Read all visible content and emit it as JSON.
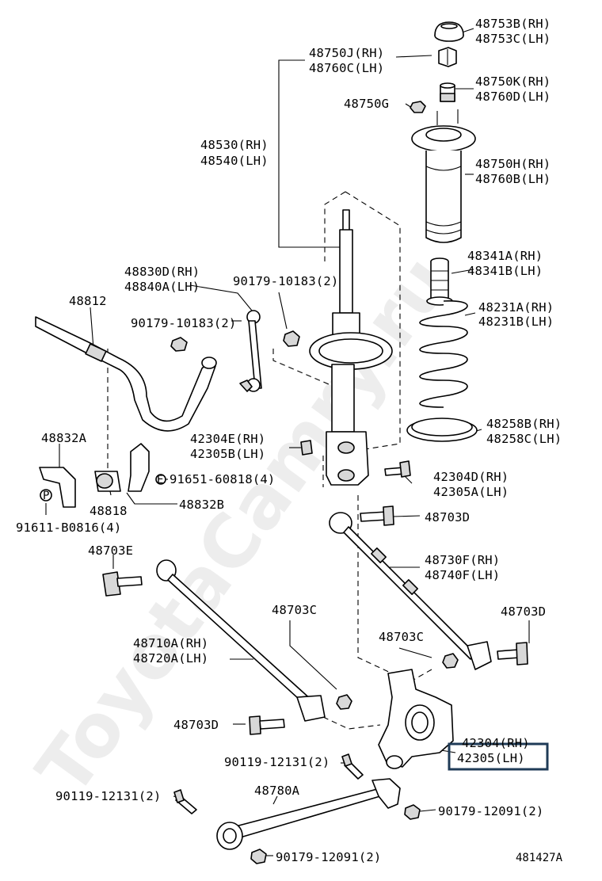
{
  "watermark": "ToyotaCamry.ru",
  "diagram_code": "481427A",
  "highlight_color": "#1f3b57",
  "labels": {
    "p48753b": "48753B(RH)",
    "p48753c": "48753C(LH)",
    "p48750j": "48750J(RH)",
    "p48760c": "48760C(LH)",
    "p48750k": "48750K(RH)",
    "p48760d": "48760D(LH)",
    "p48750g": "48750G",
    "p48530": "48530(RH)",
    "p48540": "48540(LH)",
    "p48750h": "48750H(RH)",
    "p48760b": "48760B(LH)",
    "p48341a": "48341A(RH)",
    "p48341b": "48341B(LH)",
    "p48830d": "48830D(RH)",
    "p48840a": "48840A(LH)",
    "p90179_10183_a": "90179-10183(2)",
    "p90179_10183_b": "90179-10183(2)",
    "p48812": "48812",
    "p48231a": "48231A(RH)",
    "p48231b": "48231B(LH)",
    "p48258b": "48258B(RH)",
    "p48258c": "48258C(LH)",
    "p48832a": "48832A",
    "p42304e": "42304E(RH)",
    "p42305b": "42305B(LH)",
    "p91651": "91651-60818(4)",
    "p48818": "48818",
    "p48832b": "48832B",
    "p91611": "91611-B0816(4)",
    "p42304d": "42304D(RH)",
    "p42305a": "42305A(LH)",
    "p48703d_a": "48703D",
    "p48703e": "48703E",
    "p48730f": "48730F(RH)",
    "p48740f": "48740F(LH)",
    "p48703c_a": "48703C",
    "p48703d_b": "48703D",
    "p48710a": "48710A(RH)",
    "p48720a": "48720A(LH)",
    "p48703c_b": "48703C",
    "p48703d_c": "48703D",
    "p42304": "42304(RH)",
    "p42305": "42305(LH)",
    "p90119_12131_a": "90119-12131(2)",
    "p90119_12131_b": "90119-12131(2)",
    "p48780a": "48780A",
    "p90179_12091_a": "90179-12091(2)",
    "p90179_12091_b": "90179-12091(2)",
    "marker_e": "E",
    "marker_p": "P"
  }
}
